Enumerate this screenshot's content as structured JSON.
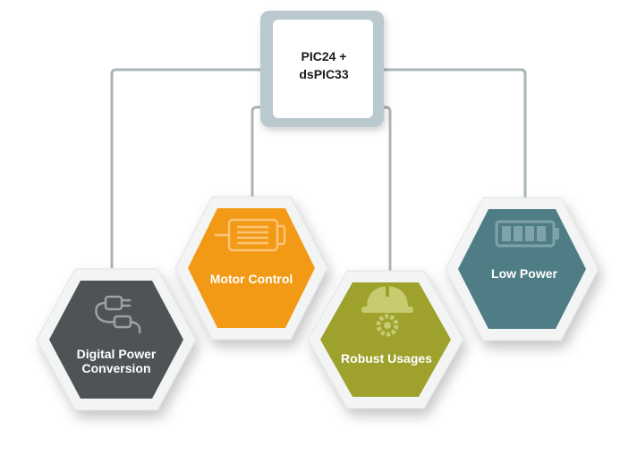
{
  "root": {
    "line1": "PIC24 +",
    "line2": "dsPIC33"
  },
  "nodes": [
    {
      "id": "digital-power",
      "label_line1": "Digital Power",
      "label_line2": "Conversion",
      "color": "#4e5356",
      "icon": "power-plug-icon"
    },
    {
      "id": "motor-control",
      "label_line1": "Motor Control",
      "label_line2": "",
      "color": "#f29a16",
      "icon": "motor-icon"
    },
    {
      "id": "robust-usages",
      "label_line1": "Robust Usages",
      "label_line2": "",
      "color": "#9ea22c",
      "icon": "hard-hat-icon"
    },
    {
      "id": "low-power",
      "label_line1": "Low Power",
      "label_line2": "",
      "color": "#4f7d86",
      "icon": "battery-icon"
    }
  ],
  "colors": {
    "connector": "#aab5b8",
    "root_frame": "#b9c9ce",
    "hex_frame": "#f3f4f4"
  }
}
